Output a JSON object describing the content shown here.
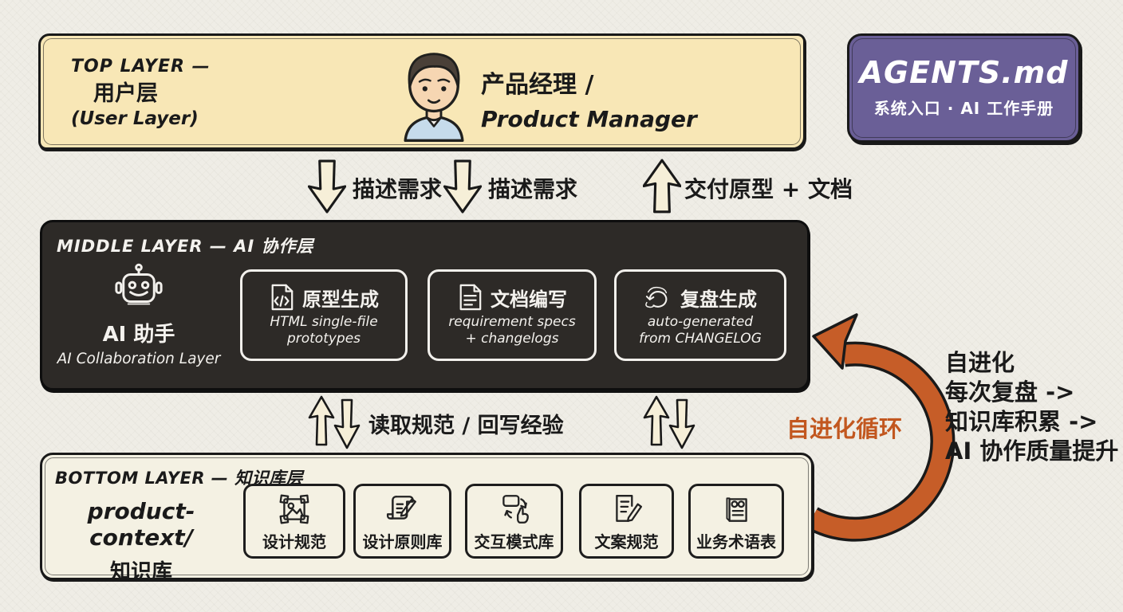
{
  "colors": {
    "page_bg": "#efede6",
    "top_fill": "#f8e7b6",
    "agents_purple": "#6a5f97",
    "middle_fill": "#2d2a27",
    "bottom_fill": "#f4f1e3",
    "arrow_fill": "#f6efd8",
    "loop_orange": "#c65d28",
    "ink": "#1a1a1a"
  },
  "top_layer": {
    "label": "TOP LAYER —",
    "name_zh": "用户层",
    "name_en": "(User Layer)",
    "role_zh": "产品经理 /",
    "role_en": "Product Manager"
  },
  "agents_card": {
    "title": "AGENTS.md",
    "subtitle": "系统入口 · AI 工作手册"
  },
  "top_flows": {
    "describe1": "描述需求",
    "describe2": "描述需求",
    "deliver": "交付原型 + 文档"
  },
  "middle_layer": {
    "title": "MIDDLE LAYER — AI 协作层",
    "assistant_name": "AI 助手",
    "assistant_sub": "AI Collaboration Layer",
    "modules": [
      {
        "icon": "code-file-icon",
        "title": "原型生成",
        "desc1": "HTML single-file",
        "desc2": "prototypes"
      },
      {
        "icon": "document-icon",
        "title": "文档编写",
        "desc1": "requirement specs",
        "desc2": "+ changelogs"
      },
      {
        "icon": "retro-cycle-icon",
        "title": "复盘生成",
        "desc1": "auto-generated",
        "desc2": "from CHANGELOG"
      }
    ]
  },
  "knowledge_flow": {
    "label": "读取规范 / 回写经验"
  },
  "loop": {
    "label": "自进化循环",
    "lines": [
      "自进化",
      "每次复盘 ->",
      "知识库积累 ->",
      "AI 协作质量提升"
    ]
  },
  "bottom_layer": {
    "title": "BOTTOM LAYER — 知识库层",
    "repo": "product-context/",
    "repo_name": "知识库",
    "items": [
      {
        "icon": "design-spec-icon",
        "label": "设计规范"
      },
      {
        "icon": "design-principles-icon",
        "label": "设计原则库"
      },
      {
        "icon": "interaction-patterns-icon",
        "label": "交互模式库"
      },
      {
        "icon": "copywriting-icon",
        "label": "文案规范"
      },
      {
        "icon": "glossary-icon",
        "label": "业务术语表"
      }
    ]
  }
}
